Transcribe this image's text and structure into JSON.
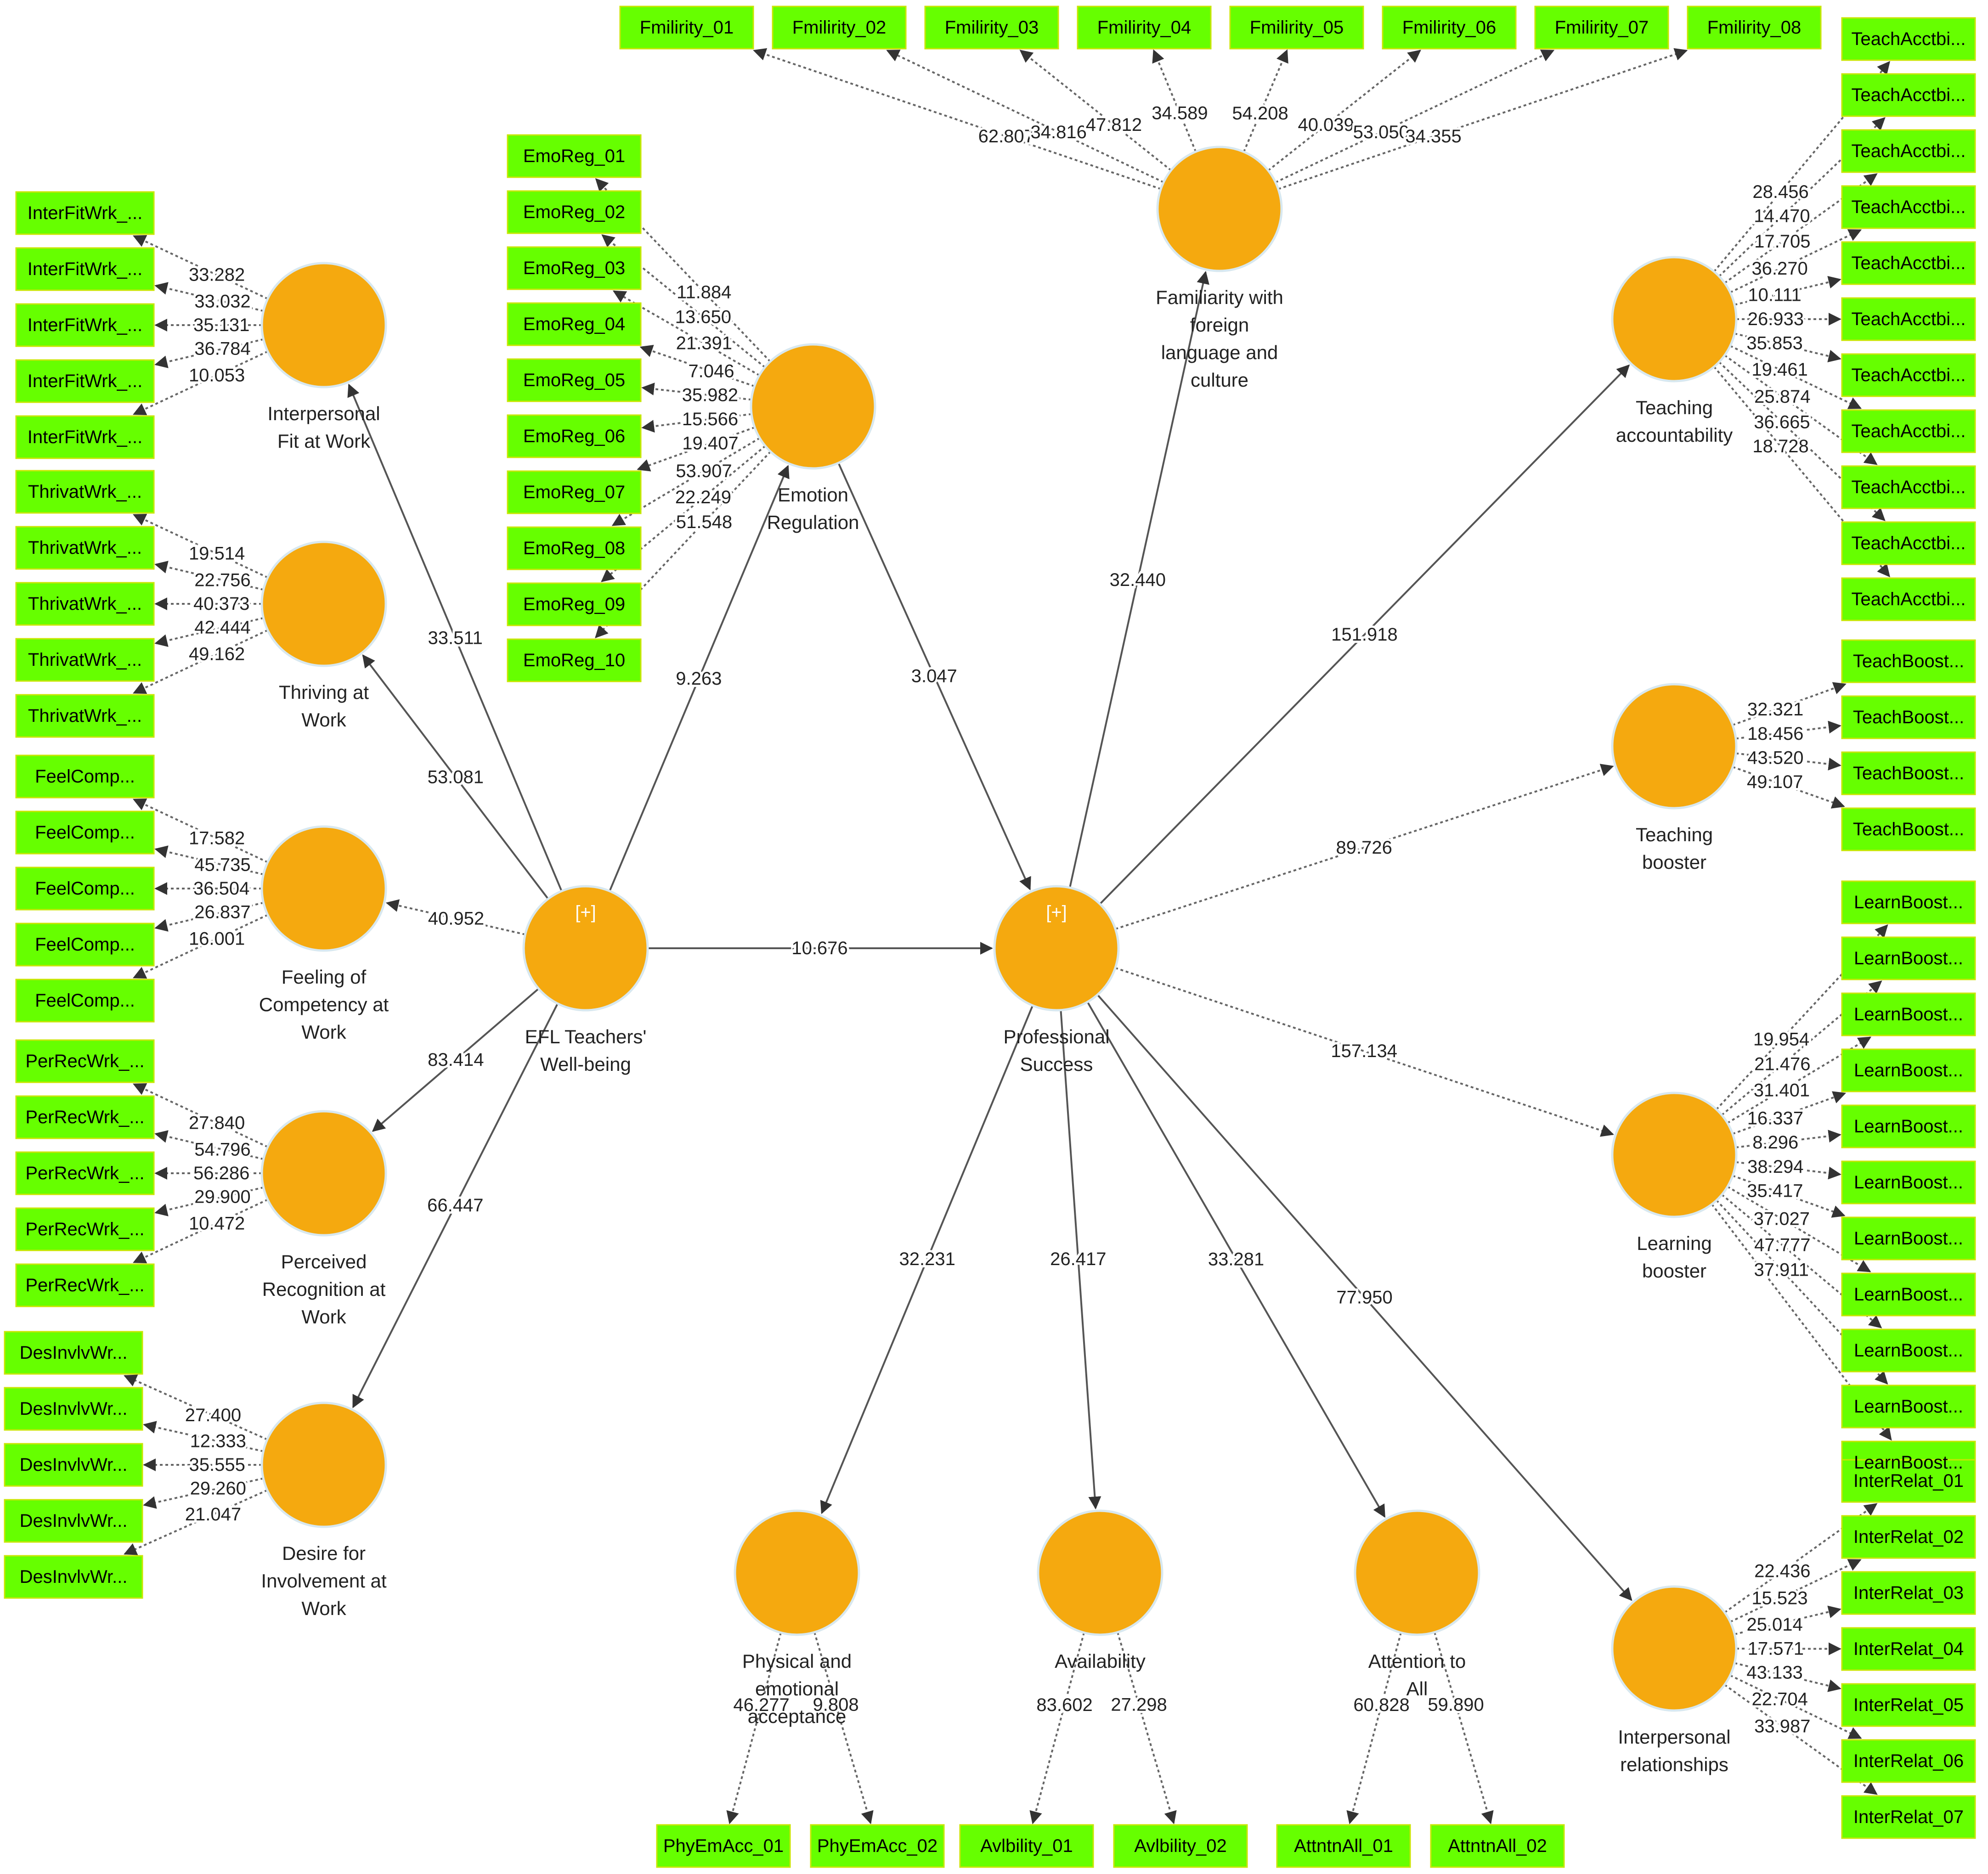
{
  "constructs": {
    "interp_fit": {
      "label": [
        "Interpersonal",
        "Fit at Work"
      ],
      "indicators": [
        "InterFitWrk_...",
        "InterFitWrk_...",
        "InterFitWrk_...",
        "InterFitWrk_...",
        "InterFitWrk_..."
      ],
      "loadings": [
        "33.282",
        "33.032",
        "35.131",
        "36.784",
        "10.053"
      ]
    },
    "thriving": {
      "label": [
        "Thriving at",
        "Work"
      ],
      "indicators": [
        "ThrivatWrk_...",
        "ThrivatWrk_...",
        "ThrivatWrk_...",
        "ThrivatWrk_...",
        "ThrivatWrk_..."
      ],
      "loadings": [
        "19.514",
        "22.756",
        "40.373",
        "42.444",
        "49.162"
      ]
    },
    "feeling_comp": {
      "label": [
        "Feeling of",
        "Competency at",
        "Work"
      ],
      "indicators": [
        "FeelComp...",
        "FeelComp...",
        "FeelComp...",
        "FeelComp...",
        "FeelComp..."
      ],
      "loadings": [
        "17.582",
        "45.735",
        "36.504",
        "26.837",
        "16.001"
      ]
    },
    "perceived_rec": {
      "label": [
        "Perceived",
        "Recognition at",
        "Work"
      ],
      "indicators": [
        "PerRecWrk_...",
        "PerRecWrk_...",
        "PerRecWrk_...",
        "PerRecWrk_...",
        "PerRecWrk_..."
      ],
      "loadings": [
        "27.840",
        "54.796",
        "56.286",
        "29.900",
        "10.472"
      ]
    },
    "desire_inv": {
      "label": [
        "Desire for",
        "Involvement at",
        "Work"
      ],
      "indicators": [
        "DesInvlvWr...",
        "DesInvlvWr...",
        "DesInvlvWr...",
        "DesInvlvWr...",
        "DesInvlvWr..."
      ],
      "loadings": [
        "27.400",
        "12.333",
        "35.555",
        "29.260",
        "21.047"
      ]
    },
    "emotion_reg": {
      "label": [
        "Emotion",
        "Regulation"
      ],
      "indicators": [
        "EmoReg_01",
        "EmoReg_02",
        "EmoReg_03",
        "EmoReg_04",
        "EmoReg_05",
        "EmoReg_06",
        "EmoReg_07",
        "EmoReg_08",
        "EmoReg_09",
        "EmoReg_10"
      ],
      "loadings": [
        "11.884",
        "13.650",
        "21.391",
        "7.046",
        "35.982",
        "15.566",
        "19.407",
        "53.907",
        "22.249",
        "51.548"
      ]
    },
    "familiarity": {
      "label": [
        "Familiarity with",
        "foreign",
        "language and",
        "culture"
      ],
      "indicators": [
        "Fmilirity_01",
        "Fmilirity_02",
        "Fmilirity_03",
        "Fmilirity_04",
        "Fmilirity_05",
        "Fmilirity_06",
        "Fmilirity_07",
        "Fmilirity_08"
      ],
      "loadings": [
        "62.807",
        "34.816",
        "47.812",
        "34.589",
        "54.208",
        "40.039",
        "53.050",
        "34.355"
      ]
    },
    "teach_acc": {
      "label": [
        "Teaching",
        "accountability"
      ],
      "indicators": [
        "TeachAcctbi...",
        "TeachAcctbi...",
        "TeachAcctbi...",
        "TeachAcctbi...",
        "TeachAcctbi...",
        "TeachAcctbi...",
        "TeachAcctbi...",
        "TeachAcctbi...",
        "TeachAcctbi...",
        "TeachAcctbi...",
        "TeachAcctbi..."
      ],
      "loadings": [
        "28.456",
        "14.470",
        "17.705",
        "36.270",
        "10.111",
        "26.933",
        "35.853",
        "19.461",
        "25.874",
        "36.665",
        "18.728"
      ]
    },
    "teach_boost": {
      "label": [
        "Teaching",
        "booster"
      ],
      "indicators": [
        "TeachBoost...",
        "TeachBoost...",
        "TeachBoost...",
        "TeachBoost..."
      ],
      "loadings": [
        "32.321",
        "18.456",
        "43.520",
        "49.107"
      ]
    },
    "learn_boost": {
      "label": [
        "Learning",
        "booster"
      ],
      "indicators": [
        "LearnBoost...",
        "LearnBoost...",
        "LearnBoost...",
        "LearnBoost...",
        "LearnBoost...",
        "LearnBoost...",
        "LearnBoost...",
        "LearnBoost...",
        "LearnBoost...",
        "LearnBoost...",
        "LearnBoost..."
      ],
      "loadings": [
        "19.954",
        "21.476",
        "31.401",
        "16.337",
        "8.296",
        "38.294",
        "35.417",
        "37.027",
        "47.777",
        "37.911"
      ]
    },
    "interp_rel": {
      "label": [
        "Interpersonal",
        "relationships"
      ],
      "indicators": [
        "InterRelat_01",
        "InterRelat_02",
        "InterRelat_03",
        "InterRelat_04",
        "InterRelat_05",
        "InterRelat_06",
        "InterRelat_07"
      ],
      "loadings": [
        "22.436",
        "15.523",
        "25.014",
        "17.571",
        "43.133",
        "22.704",
        "33.987"
      ]
    },
    "phys_emot": {
      "label": [
        "Physical and",
        "emotional",
        "acceptance"
      ],
      "indicators": [
        "PhyEmAcc_01",
        "PhyEmAcc_02"
      ],
      "loadings": [
        "46.277",
        "9.808"
      ]
    },
    "availability": {
      "label": [
        "Availability"
      ],
      "indicators": [
        "Avlbility_01",
        "Avlbility_02"
      ],
      "loadings": [
        "83.602",
        "27.298"
      ]
    },
    "attention": {
      "label": [
        "Attention to",
        "All"
      ],
      "indicators": [
        "AttntnAll_01",
        "AttntnAll_02"
      ],
      "loadings": [
        "60.828",
        "59.890"
      ]
    },
    "efl": {
      "label": [
        "EFL Teachers'",
        "Well-being"
      ]
    },
    "prof": {
      "label": [
        "Professional",
        "Success"
      ]
    }
  },
  "structural_paths": {
    "efl_interp_fit": "33.511",
    "efl_thriving": "53.081",
    "efl_feeling": "40.952",
    "efl_perceived": "83.414",
    "efl_desire": "66.447",
    "efl_emotion": "9.263",
    "emotion_prof": "3.047",
    "efl_prof": "10.676",
    "prof_familiarity": "32.440",
    "prof_teach_acc": "151.918",
    "prof_teach_boost": "89.726",
    "prof_learn_boost": "157.134",
    "prof_interp_rel": "77.950",
    "prof_phys": "32.231",
    "prof_avail": "26.417",
    "prof_attention": "33.281"
  },
  "expand_marker": "[+]",
  "colors": {
    "latent": "#f5a90f",
    "indicator": "#66ff00",
    "edge": "#555555"
  }
}
